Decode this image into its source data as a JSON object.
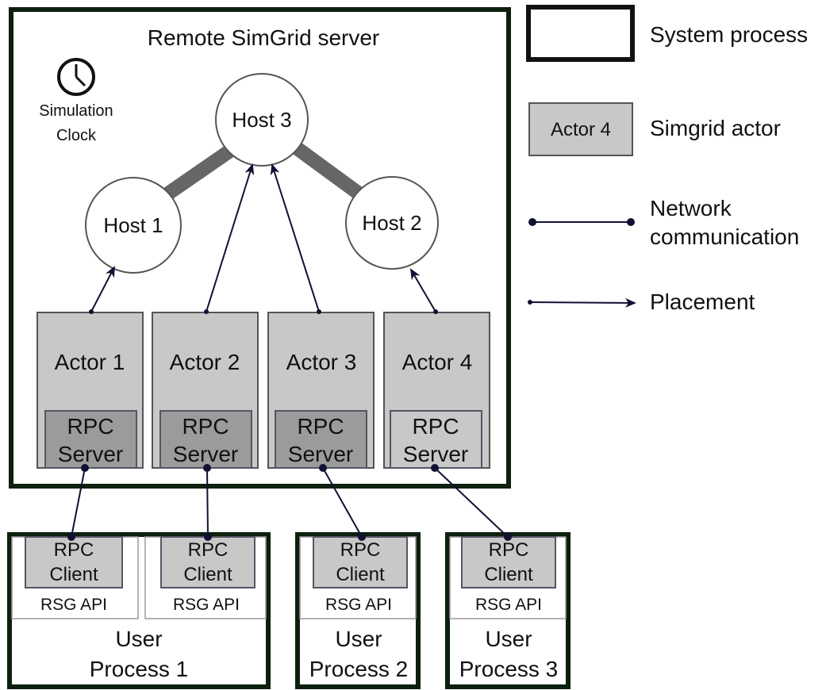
{
  "server": {
    "title": "Remote SimGrid server",
    "clock_label_line1": "Simulation",
    "clock_label_line2": "Clock"
  },
  "hosts": [
    {
      "label": "Host 1"
    },
    {
      "label": "Host 2"
    },
    {
      "label": "Host 3"
    }
  ],
  "actors": [
    {
      "label": "Actor 1",
      "rpc_line1": "RPC",
      "rpc_line2": "Server"
    },
    {
      "label": "Actor 2",
      "rpc_line1": "RPC",
      "rpc_line2": "Server"
    },
    {
      "label": "Actor 3",
      "rpc_line1": "RPC",
      "rpc_line2": "Server"
    },
    {
      "label": "Actor 4",
      "rpc_line1": "RPC",
      "rpc_line2": "Server"
    }
  ],
  "clients": [
    {
      "rpc_line1": "RPC",
      "rpc_line2": "Client",
      "api_label": "RSG API"
    },
    {
      "rpc_line1": "RPC",
      "rpc_line2": "Client",
      "api_label": "RSG API"
    },
    {
      "rpc_line1": "RPC",
      "rpc_line2": "Client",
      "api_label": "RSG API"
    },
    {
      "rpc_line1": "RPC",
      "rpc_line2": "Client",
      "api_label": "RSG API"
    }
  ],
  "user_processes": [
    {
      "line1": "User",
      "line2": "Process 1"
    },
    {
      "line1": "User",
      "line2": "Process 2"
    },
    {
      "line1": "User",
      "line2": "Process 3"
    }
  ],
  "legend": {
    "system_process": "System process",
    "actor_sample": "Actor 4",
    "simgrid_actor": "Simgrid actor",
    "network_line1": "Network",
    "network_line2": "communication",
    "placement": "Placement"
  },
  "colors": {
    "frame": "#0d1f0d",
    "actor_fill": "#c8c8c8",
    "rpc_server_fill": "#9b9b9b",
    "rpc_client_fill": "#c8c8c8",
    "link": "#666666",
    "line": "#111133"
  }
}
